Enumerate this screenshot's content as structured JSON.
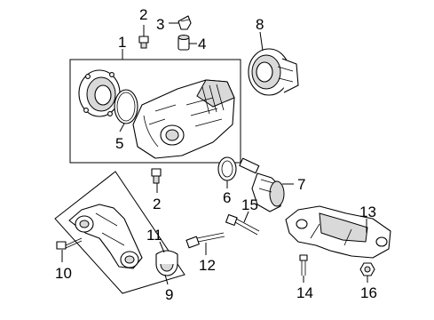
{
  "callouts": [
    {
      "id": "1",
      "label": "1"
    },
    {
      "id": "2a",
      "label": "2"
    },
    {
      "id": "2b",
      "label": "2"
    },
    {
      "id": "3",
      "label": "3"
    },
    {
      "id": "4",
      "label": "4"
    },
    {
      "id": "5",
      "label": "5"
    },
    {
      "id": "6",
      "label": "6"
    },
    {
      "id": "7",
      "label": "7"
    },
    {
      "id": "8",
      "label": "8"
    },
    {
      "id": "9",
      "label": "9"
    },
    {
      "id": "10",
      "label": "10"
    },
    {
      "id": "11",
      "label": "11"
    },
    {
      "id": "12",
      "label": "12"
    },
    {
      "id": "13",
      "label": "13"
    },
    {
      "id": "14",
      "label": "14"
    },
    {
      "id": "15",
      "label": "15"
    },
    {
      "id": "16",
      "label": "16"
    }
  ]
}
